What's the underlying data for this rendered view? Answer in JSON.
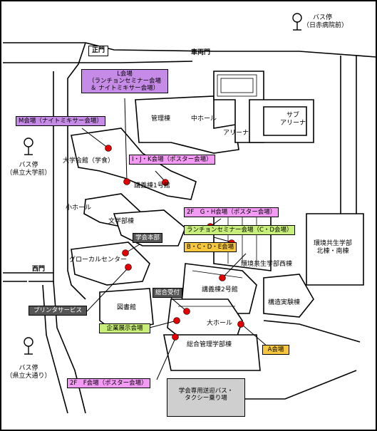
{
  "bus_stops": {
    "top_right": {
      "line1": "バス停",
      "line2": "（日赤病院前）"
    },
    "left_middle": {
      "line1": "バス停",
      "line2": "（県立大学前）"
    },
    "left_bottom": {
      "line1": "バス停",
      "line2": "（県立大通り）"
    }
  },
  "gates": {
    "main_gate": "正門",
    "vehicle_gate": "車両門",
    "west_gate": "西門"
  },
  "buildings": {
    "admin": "管理棟",
    "center_hall": "中ホール",
    "arena": "アリーナ",
    "sub_arena_1": "サブ",
    "sub_arena_2": "アリーナ",
    "univ_hall": "大学会館（学食）",
    "lecture1": "講義棟1号館",
    "small_hall": "小ホール",
    "humanities": "文学部棟",
    "global_center": "グローカルセンター",
    "env_north_south_1": "環境共生学部",
    "env_north_south_2": "北棟・南棟",
    "env_west": "環境共生学部西棟",
    "lecture2": "講義棟2号館",
    "library": "図書館",
    "structure_lab": "構造実験棟",
    "big_hall": "大ホール",
    "general_mgmt": "総合管理学部棟"
  },
  "venues": {
    "L": {
      "line1": "L会場",
      "line2": "（ランチョンセミナー会場",
      "line3": "＆ ナイトミキサー会場）"
    },
    "M": "M会場（ナイトミキサー会場）",
    "IJK": "I・J・K会場（ポスター会場）",
    "GH": "2F　G・H会場（ポスター会場）",
    "CD": "ランチョンセミナー会場（C・D会場）",
    "BCDE": "B・C・D・E会場",
    "hq": "学会本部",
    "reception": "総合受付",
    "printer": "プリンタサービス",
    "exhibition": "企業展示会場",
    "A": "A会場",
    "F": "2F　F会場（ポスター会場）",
    "shuttle": {
      "line1": "学会専用送迎バス・",
      "line2": "タクシー乗り場"
    }
  },
  "colors": {
    "purple": "#c58be6",
    "pink": "#f39af5",
    "green": "#c7ee78",
    "yellow": "#f6c63d",
    "dark": "#555555",
    "gray": "#cfcfcf",
    "marker": "#e00000"
  }
}
